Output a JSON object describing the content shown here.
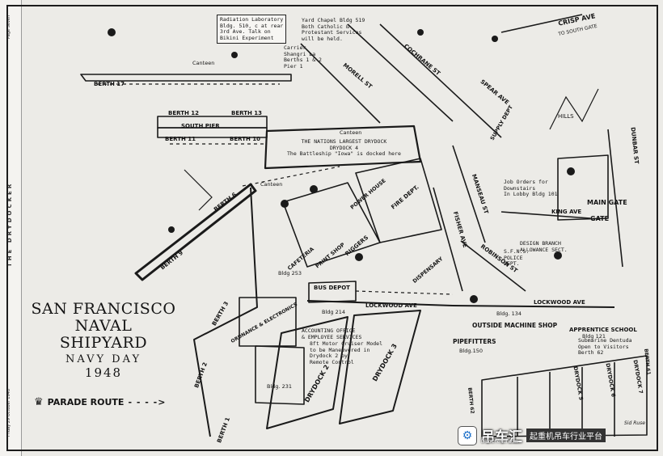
{
  "page": {
    "masthead": "THE DRYDOCKER",
    "page_tag": "Page Seven",
    "issue_date": "Friday 29 October 1948"
  },
  "title": {
    "line1": "SAN FRANCISCO",
    "line2": "NAVAL SHIPYARD",
    "line3": "NAVY DAY",
    "line4": "1948"
  },
  "legend": {
    "parade_route": "PARADE ROUTE"
  },
  "notes": {
    "radiation": "Radiation Laboratory\nBldg. 510, c at rear\n3rd Ave. Talk on\nBikini Experiment",
    "chapel": "Yard Chapel Bldg 519\nBoth Catholic &\nProtestant Services\nwill be held.",
    "carrier": "Carrier\nShangri La\nBerths 1 & 2\nPier 1",
    "drydock4": "THE NATIONS LARGEST DRYDOCK\nDRYDOCK 4\nThe Battleship \"Iowa\" is docked here",
    "accounting": "ACCOUNTING OFFICE\n& EMPLOYEE SERVICES",
    "cruiser": "8ft Motor Cruiser Model\nto be Maneuvered in\nDrydock 2 by\nRemote Control",
    "job_orders": "Job Orders for\nDownstairs\nIn Lobby Bldg 101",
    "design": "DESIGN BRANCH\nALLOWANCE SECT.",
    "police": "S.F.N.S.\nPOLICE\nDEPT.",
    "submarine": "Submarine Dentuda\nOpen to Visitors\nBerth 62"
  },
  "labels": {
    "crisp_ave": "CRISP AVE",
    "to_south_gate": "TO SOUTH GATE",
    "main_gate": "MAIN GATE",
    "gate": "GATE",
    "berth_17": "BERTH 17",
    "berth_12": "BERTH 12",
    "berth_13": "BERTH 13",
    "berth_11": "BERTH 11",
    "berth_10": "BERTH 10",
    "berth_9": "BERTH 9",
    "berth_6": "BERTH 6",
    "berth_3": "BERTH 3",
    "berth_2": "BERTH 2",
    "berth_1": "BERTH 1",
    "south_pier": "SOUTH PIER",
    "canteen": "Canteen",
    "morell_st": "MORELL ST",
    "cochrane_st": "COCHRANE ST",
    "spear_ave": "SPEAR AVE",
    "fisher_ave": "FISHER AVE",
    "robinson_st": "ROBINSON ST",
    "lockwood_ave": "LOCKWOOD AVE",
    "manseau_st": "MANSEAU ST",
    "king_ave": "KING AVE",
    "dunbar_st": "DUNBAR ST",
    "hills": "HILLS",
    "bus_depot": "BUS DEPOT",
    "bldg_214": "Bldg 214",
    "bldg_134": "Bldg. 134",
    "bldg_150": "Bldg.150",
    "bldg_121": "Bldg 121",
    "bldg_231": "Bldg. 231",
    "bldg_253": "Bldg 253",
    "outside_machine_shop": "OUTSIDE MACHINE SHOP",
    "pipefitters": "PIPEFITTERS",
    "apprentice_school": "APPRENTICE SCHOOL",
    "drydock_2": "DRYDOCK 2",
    "drydock_3": "DRYDOCK 3",
    "drydock_5": "DRYDOCK 5",
    "drydock_6": "DRYDOCK 6",
    "drydock_7": "DRYDOCK 7",
    "berth_61": "BERTH 61",
    "berth_62": "BERTH 62",
    "electronics": "ORDNANCE & ELECTRONICS",
    "riggers": "RIGGERS",
    "fire_dept": "FIRE DEPT.",
    "power_house": "POWER HOUSE",
    "cafeteria": "CAFETERIA",
    "print_shop": "PRINT SHOP",
    "dispensary": "DISPENSARY",
    "supply": "SUPPLY DEPT",
    "artist": "Sid Ruse"
  },
  "watermark": {
    "name": "吊车汇",
    "domain": "DiaoCheHui.com",
    "tagline": "起重机吊车行业平台"
  }
}
